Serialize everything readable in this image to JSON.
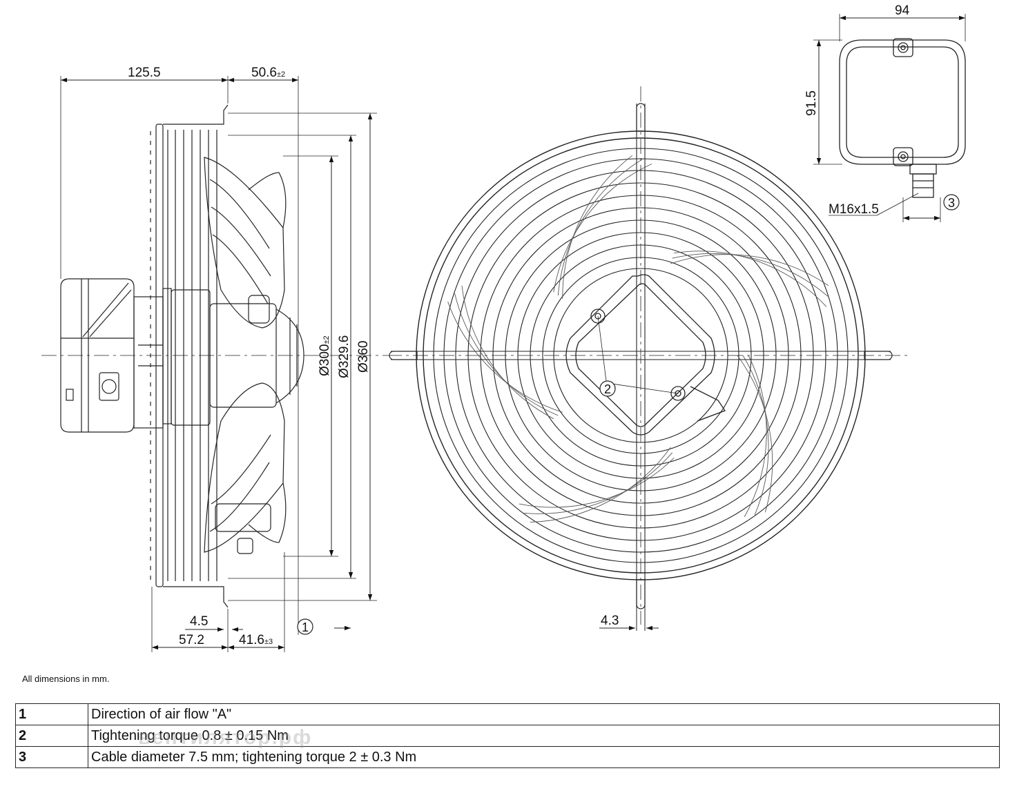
{
  "dimensions": {
    "d125_5": "125.5",
    "d50_6": "50.6",
    "d50_6_tol": "±2",
    "d94": "94",
    "d91_5": "91.5",
    "m16": "M16x1.5",
    "d300": "Ø300",
    "d300_tol": "±2",
    "d329_6": "Ø329.6",
    "d360": "Ø360",
    "d4_5": "4.5",
    "d57_2": "57.2",
    "d41_6": "41.6",
    "d41_6_tol": "±3",
    "d4_3": "4.3"
  },
  "callouts": {
    "c1": "1",
    "c2": "2",
    "c3": "3"
  },
  "note": "All dimensions in mm.",
  "legend": [
    {
      "num": "1",
      "text": "Direction of air flow \"A\""
    },
    {
      "num": "2",
      "text": "Tightening torque 0.8 ± 0.15 Nm"
    },
    {
      "num": "3",
      "text": "Cable diameter 7.5 mm; tightening torque 2 ± 0.3 Nm"
    }
  ],
  "watermark": "вентилятор.рф"
}
